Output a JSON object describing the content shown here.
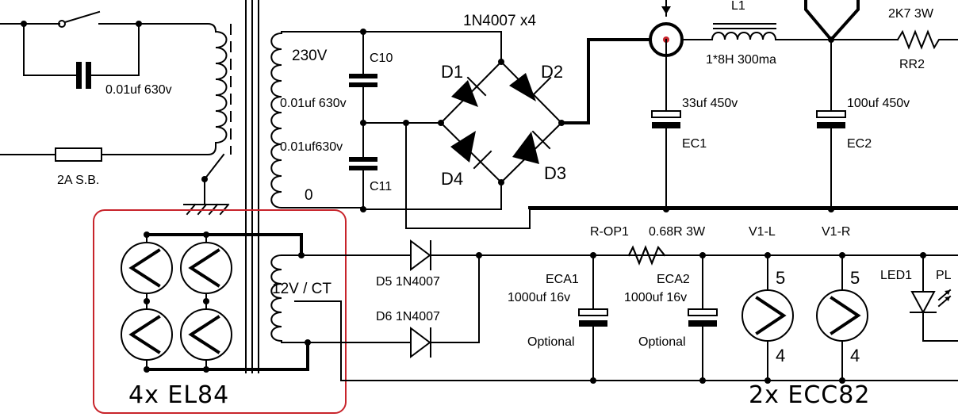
{
  "labels": {
    "bridge": "1N4007 x4",
    "l1": "L1",
    "l1_spec": "1*8H 300ma",
    "rr2_val": "2K7 3W",
    "rr2": "RR2",
    "cap_switch": "0.01uf 630v",
    "fuse": "2A S.B.",
    "v230": "230V",
    "c10": "C10",
    "c10_val": "0.01uf 630v",
    "c11_val": "0.01uf630v",
    "c11": "C11",
    "zero": "0",
    "d1": "D1",
    "d2": "D2",
    "d3": "D3",
    "d4": "D4",
    "ec1_val": "33uf 450v",
    "ec1": "EC1",
    "ec2_val": "100uf 450v",
    "ec2": "EC2",
    "rop1": "R-OP1",
    "rop1_val": "0.68R 3W",
    "v1l": "V1-L",
    "v1r": "V1-R",
    "pin5_l": "5",
    "pin5_r": "5",
    "pin4_l": "4",
    "pin4_r": "4",
    "led1": "LED1",
    "pl": "PL",
    "ct": "12V / CT",
    "d5": "D5  1N4007",
    "d6": "D6  1N4007",
    "eca1": "ECA1",
    "eca1_val": "1000uf 16v",
    "eca1_opt": "Optional",
    "eca2": "ECA2",
    "eca2_val": "1000uf 16v",
    "eca2_opt": "Optional",
    "el84": "4x EL84",
    "ecc82": "2x ECC82"
  },
  "colors": {
    "wire": "#000000",
    "highlight_box": "#c8242b",
    "junction_red": "#c8242b"
  }
}
